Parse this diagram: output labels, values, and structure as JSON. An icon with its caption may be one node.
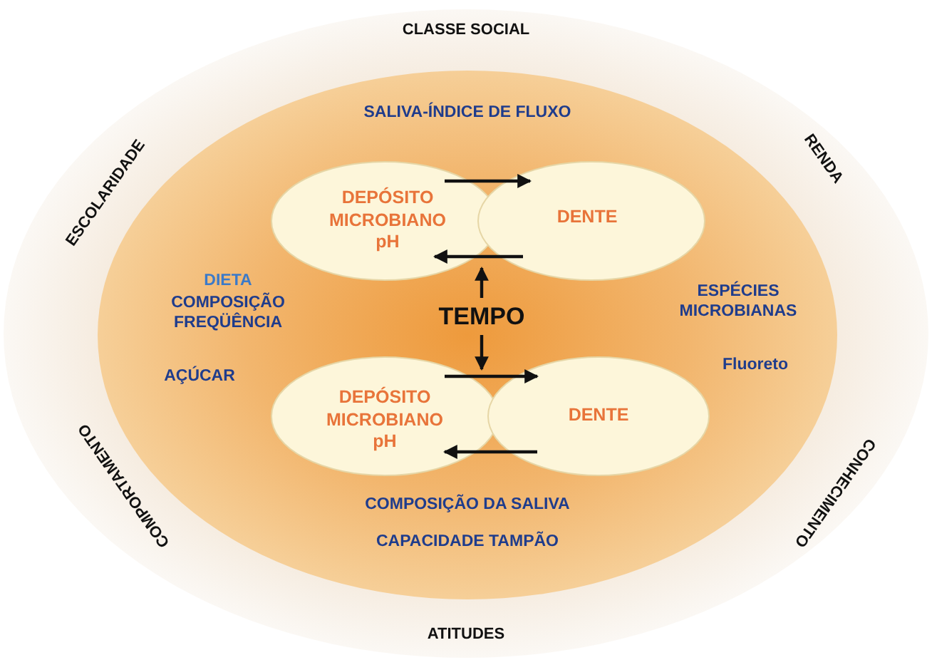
{
  "diagram": {
    "nodes": [
      {
        "text": [
          "CLASSE SOCIAL",
          "RENDA",
          "CONHECIMENTO",
          "ATITUDES",
          "COMPORTAMENTO",
          "ESCOLARIDADE"
        ]
      },
      {
        "text": [
          "SALIVA-ÍNDICE DE FLUXO",
          "DIETA",
          "COMPOSIÇÃO FREQÜÊNCIA",
          "AÇÚCAR",
          "ESPÉCIES MICROBIANAS",
          "Fluoreto",
          "COMPOSIÇÃO DA SALIVA",
          "CAPACIDADE TAMPÃO"
        ],
        "in": 0
      },
      {
        "text": [
          "DEPÓSITO MICROBIANO pH"
        ],
        "in": 1
      },
      {
        "text": [
          "DENTE"
        ],
        "in": 1
      },
      {
        "text": [
          "TEMPO"
        ],
        "in": 1
      },
      {
        "text": [
          "DEPÓSITO MICROBIANO pH"
        ],
        "in": 1
      },
      {
        "text": [
          "DENTE"
        ],
        "in": 1
      }
    ],
    "edges": [
      {
        "from": 2,
        "to": 3,
        "arrow": "to"
      },
      {
        "from": 3,
        "to": 2,
        "arrow": "to"
      },
      {
        "from": 4,
        "to": 2,
        "arrow": "to"
      },
      {
        "from": 4,
        "to": 5,
        "arrow": "to"
      },
      {
        "from": 5,
        "to": 6,
        "arrow": "to"
      },
      {
        "from": 6,
        "to": 5,
        "arrow": "to"
      }
    ]
  }
}
